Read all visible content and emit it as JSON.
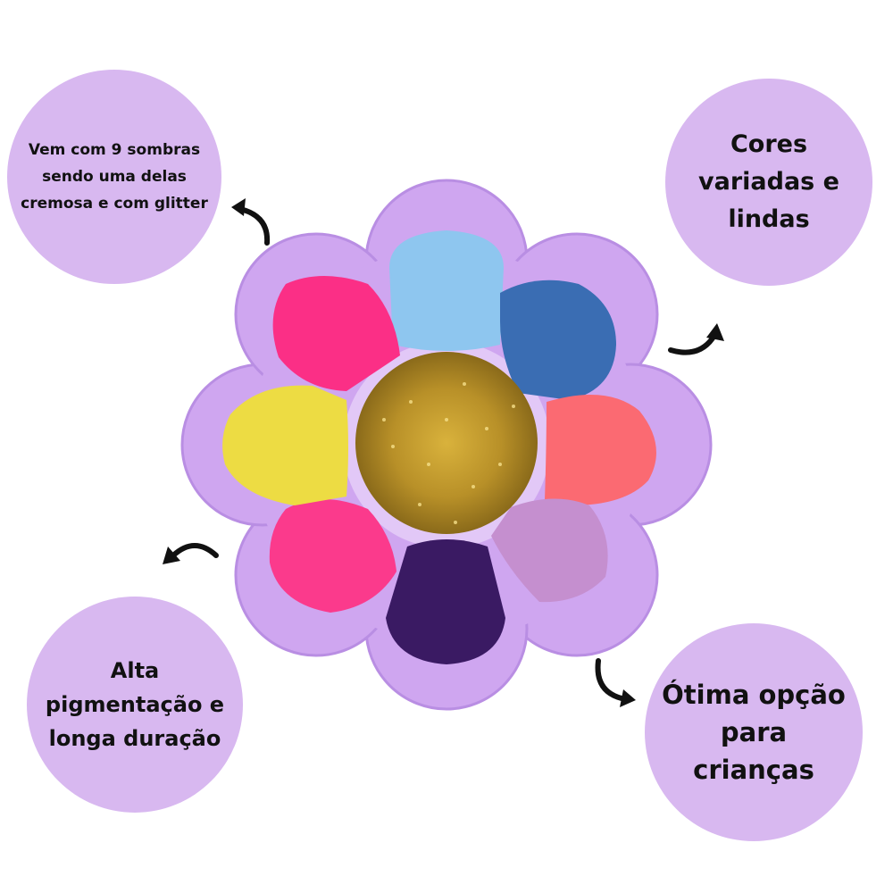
{
  "bubbles": {
    "top_left": "Vem com 9 sombras sendo uma delas cremosa e com glitter",
    "top_right": "Cores variadas e lindas",
    "bottom_left": "Alta pigmentação e longa duração",
    "bottom_right": "Ótima opção para crianças"
  },
  "colors": {
    "bubble": "#d8b8f0",
    "case": "#cfa6f0",
    "shadows": [
      "#8ec6ef",
      "#3a6db3",
      "#fb6a72",
      "#c58fcf",
      "#3a1a63",
      "#fb3a8c",
      "#eddc43",
      "#fb2f86"
    ],
    "center_glitter": "#b99028"
  },
  "icons": [
    "curved-arrow-icon"
  ]
}
